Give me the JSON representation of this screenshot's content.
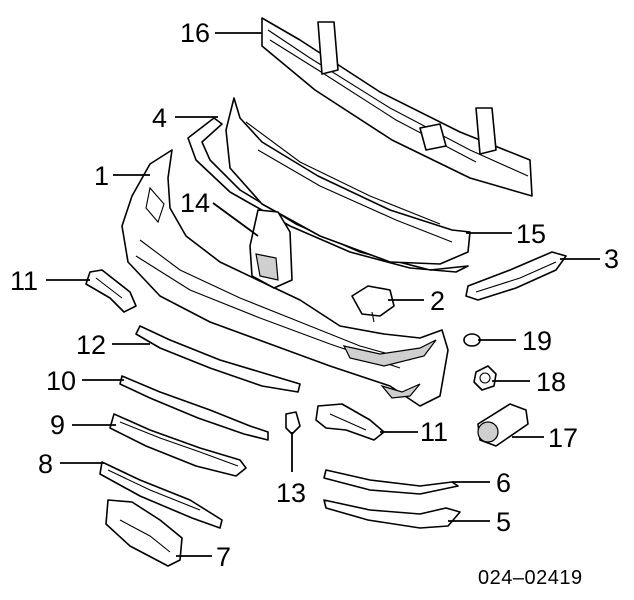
{
  "callouts": {
    "c1": "1",
    "c2": "2",
    "c3": "3",
    "c4": "4",
    "c5": "5",
    "c6": "6",
    "c7": "7",
    "c8": "8",
    "c9": "9",
    "c10": "10",
    "c11a": "11",
    "c11b": "11",
    "c12": "12",
    "c13": "13",
    "c14": "14",
    "c15": "15",
    "c16": "16",
    "c17": "17",
    "c18": "18",
    "c19": "19"
  },
  "diagram_code": "024–02419"
}
